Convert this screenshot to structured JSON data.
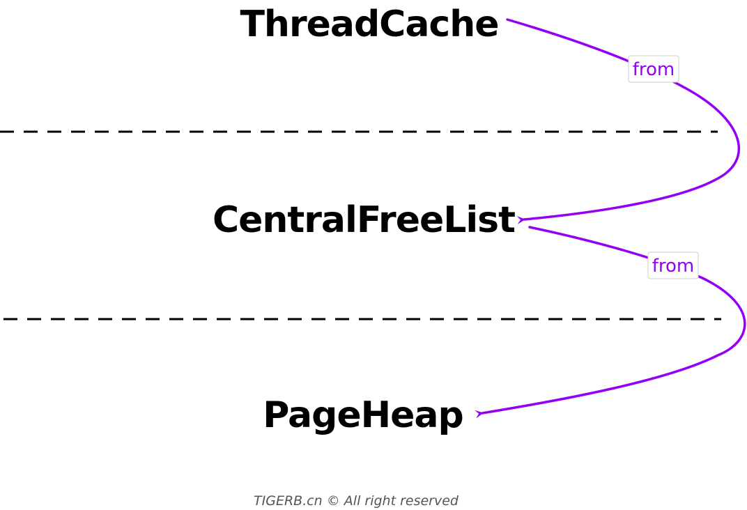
{
  "layers": [
    {
      "label": "ThreadCache"
    },
    {
      "label": "CentralFreeList"
    },
    {
      "label": "PageHeap"
    }
  ],
  "edges": [
    {
      "from_layer": "ThreadCache",
      "to_layer": "CentralFreeList",
      "label": "from"
    },
    {
      "from_layer": "CentralFreeList",
      "to_layer": "PageHeap",
      "label": "from"
    }
  ],
  "footer": {
    "text": "TIGERB.cn © All right reserved"
  },
  "colors": {
    "arrow": "#9400f5",
    "text": "#000000",
    "divider": "#000000",
    "footer": "#555555"
  }
}
